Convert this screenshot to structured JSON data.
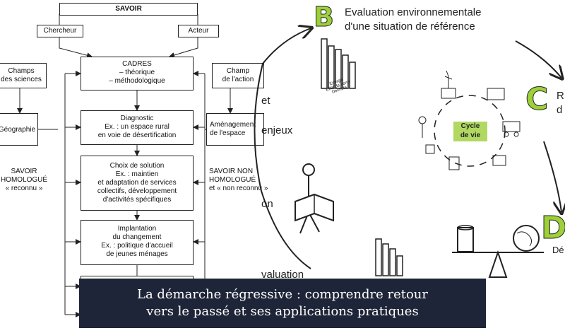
{
  "left_diagram": {
    "savoir": "SAVOIR",
    "chercheur": "Chercheur",
    "acteur": "Acteur",
    "cadres": "CADRES\n– théorique\n– méthodologique",
    "champs_sciences": "Champs\ndes sciences",
    "geographie": "Géographie",
    "savoir_homologue": "SAVOIR\nHOMOLOGUÉ\n« reconnu »",
    "diagnostic": "Diagnostic\nEx. : un espace rural\nen voie de désertification",
    "choix_solution": "Choix de solution\nEx. : maintien\net adaptation de services\ncollectifs, développement\nd'activités spécifiques",
    "implantation": "Implantation\ndu changement\nEx. : politique d'accueil\nde jeunes ménages",
    "champ_action": "Champ\nde l'action",
    "amenagement": "Aménagement\nde l'espace",
    "savoir_non_homologue": "SAVOIR NON\nHOMOLOGUÉ\net « non reconnu »"
  },
  "right_diagram": {
    "letter_b": "B",
    "evaluation_title": "Evaluation environnementale\nd'une situation de référence",
    "bar_labels": "Energie\nEffet de serre\nDechets",
    "letter_c": "C",
    "letter_c_text": "R\nd",
    "cycle_label": "Cycle\nde vie",
    "enjeux": "enjeux",
    "fragment_et": "et",
    "fragment_on": "on",
    "letter_d": "D",
    "letter_d_text": "Dé",
    "evaluation_bottom": "valuation"
  },
  "caption": {
    "line1": "La démarche régressive : comprendre retour",
    "line2": "vers le passé et ses applications pratiques"
  },
  "colors": {
    "accent_green": "#9ed03a",
    "caption_bg": "#1f2538",
    "caption_text": "#ffffff"
  }
}
